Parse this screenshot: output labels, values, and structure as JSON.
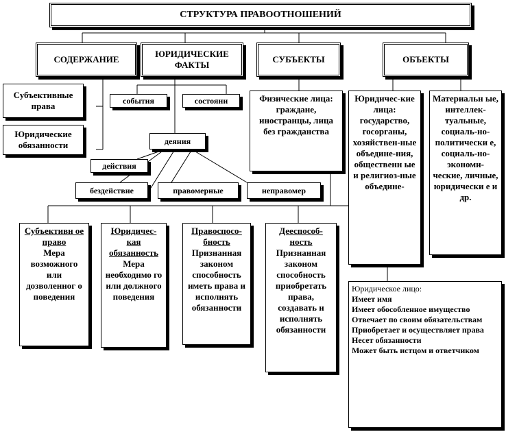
{
  "title": "СТРУКТУРА ПРАВООТНОШЕНИЙ",
  "columns": {
    "content": "СОДЕРЖАНИЕ",
    "legal_facts": "ЮРИДИЧЕСКИЕ ФАКТЫ",
    "subjects": "СУБЪЕКТЫ",
    "objects": "ОБЪЕКТЫ"
  },
  "content_items": {
    "subjective_rights": "Субъективные права",
    "legal_duties": "Юридические обязанности"
  },
  "legal_facts_items": {
    "events": "события",
    "states": "состояни",
    "actions": "деяния",
    "deeds": "действия",
    "inaction": "бездействие",
    "lawful": "правомерные",
    "unlawful": "неправомер"
  },
  "subjects_items": {
    "individuals": "Физические лица: граждане, иностранцы, лица без гражданства",
    "legal_entities": "Юридичес-кие лица: государство, госорганы, хозяйствен-ные объедине-ния, общественн ые и религиоз-ные объедине-"
  },
  "objects_items": {
    "objects_list": "Материальн ые, интеллек-туальные, социаль-но-политически е, социаль-но-экономи-ческие, личные, юридически е и др."
  },
  "definitions": [
    {
      "term": "Субъективн ое право",
      "text": "Мера возможного или дозволенног о поведения"
    },
    {
      "term": "Юридичес-кая обязанность",
      "text": "Мера необходимо го или должного поведения"
    },
    {
      "term": "Правоспосо-бность",
      "text": "Признанная законом способность иметь права и исполнять обязанности"
    },
    {
      "term": "Дееспособ-ность",
      "text": "Признанная законом способность приобретать права, создавать и исполнять обязанности"
    }
  ],
  "legal_entity_box": {
    "heading": "Юридическое лицо:",
    "lines": [
      "Имеет имя",
      "Имеет обособленное имущество",
      "Отвечает по своим обязательствам",
      "Приобретает и осуществляет права",
      "Несет обязанности",
      "Может быть истцом и ответчиком"
    ]
  }
}
